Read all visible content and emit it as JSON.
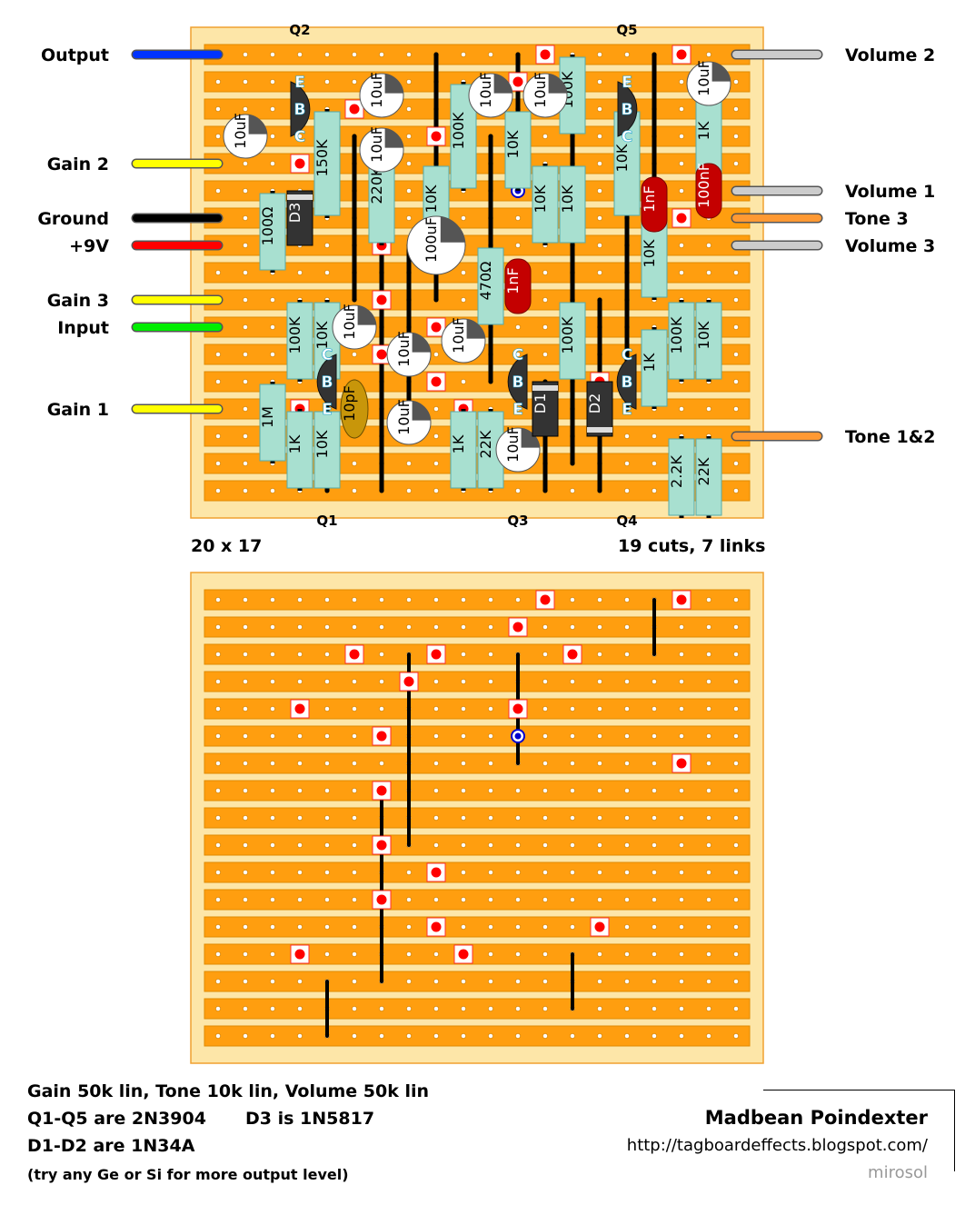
{
  "layout_top": {
    "wire_labels_left": [
      "Output",
      "Gain 2",
      "Ground",
      "+9V",
      "Gain 3",
      "Input",
      "Gain 1"
    ],
    "wire_labels_right": [
      "Volume 2",
      "Volume 1",
      "Tone 3",
      "Volume 3",
      "Tone 1&2"
    ],
    "wire_colors": {
      "Output": "#0033ff",
      "Gain 2": "#ffff00",
      "Ground": "#000000",
      "+9V": "#ff0000",
      "Gain 3": "#ffff00",
      "Input": "#00ee00",
      "Gain 1": "#ffff00",
      "Volume 2": "#cccccc",
      "Volume 1": "#cccccc",
      "Tone 3": "#ff9933",
      "Volume 3": "#cccccc",
      "Tone 1&2": "#ff9933"
    },
    "transistor_labels": [
      "Q2",
      "Q5",
      "Q1",
      "Q3",
      "Q4"
    ],
    "pin_labels": [
      "E",
      "B",
      "C"
    ],
    "resistors": [
      "150K",
      "220K",
      "10K",
      "100Ω",
      "100K",
      "10K",
      "100K",
      "10K",
      "470Ω",
      "10K",
      "10K",
      "100K",
      "10K",
      "10K",
      "1K",
      "1M",
      "100K",
      "10K",
      "1K",
      "10K",
      "1K",
      "22K",
      "100K",
      "1K",
      "100K",
      "10K",
      "2.2K",
      "22K"
    ],
    "capacitors": [
      "10uF",
      "10uF",
      "10uF",
      "10uF",
      "10uF",
      "10uF",
      "100uF",
      "10uF",
      "10uF",
      "10uF",
      "10uF",
      "10uF",
      "1nF",
      "1nF",
      "100nF",
      "10pF"
    ],
    "diodes": [
      "D3",
      "D1",
      "D2"
    ],
    "board_size": "20 x 17",
    "cuts_links": "19 cuts, 7 links"
  },
  "notes": {
    "line1": "Gain 50k lin, Tone 10k lin, Volume 50k lin",
    "line2a": "Q1-Q5 are 2N3904",
    "line2b": "D3 is 1N5817",
    "line3": "D1-D2 are 1N34A",
    "line4": "(try any Ge or Si for more output level)"
  },
  "credit": {
    "title": "Madbean Poindexter",
    "url": "http://tagboardeffects.blogspot.com/",
    "author": "mirosol"
  },
  "colors": {
    "board_bg": "#fde6a8",
    "strip": "#ff9e0f",
    "resistor": "#a8e0d0",
    "cut_fill": "#ff0000",
    "link": "#000000"
  }
}
